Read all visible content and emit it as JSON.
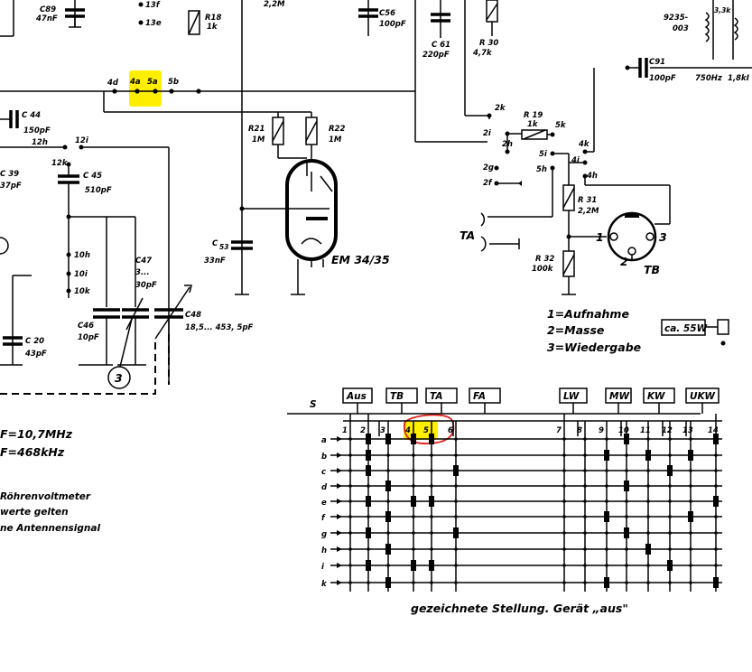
{
  "top_labels": {
    "c89": "C89",
    "c89_val": "47nF",
    "p13f": "13f",
    "p13e": "13e",
    "r18": "R18",
    "r18_val": "1k",
    "r_top_val": "2,2M",
    "c56": "C56",
    "c56_val": "100pF",
    "c61": "C 61",
    "c61_val": "220pF",
    "r30": "R 30",
    "r30_val": "4,7k",
    "ref_9235": "9235-",
    "ref_003": "003",
    "r40_val": "3,3k",
    "c91": "C91",
    "c91_val": "100pF",
    "freq_750": "750Hz",
    "freq_18k": "1,8kI"
  },
  "highlight_terms": {
    "t4d": "4d",
    "t4a": "4a",
    "t5a": "5a",
    "t5b": "5b"
  },
  "left_components": {
    "c44": "C 44",
    "c44_val": "150pF",
    "t12h": "12h",
    "t12i": "12i",
    "t12k": "12k",
    "c39": "C 39",
    "c39_val": "37pF",
    "c45": "C 45",
    "c45_val": "510pF",
    "t10h": "10h",
    "t10i": "10i",
    "t10k": "10k",
    "c47": "C47",
    "c47_val1": "3...",
    "c47_val2": "30pF",
    "c48": "C48",
    "c48_val": "18,5...  453, 5pF",
    "c46": "C46",
    "c46_val": "10pF",
    "c20": "C 20",
    "c20_val": "43pF",
    "circle3": "3"
  },
  "tube_section": {
    "r21": "R21",
    "r21_val": "1M",
    "r22": "R22",
    "r22_val": "1M",
    "c53": "C",
    "c53_sub": "53",
    "c53_val": "33nF",
    "tube": "EM 34/35"
  },
  "right_section": {
    "t2k": "2k",
    "t2i": "2i",
    "t2h": "2h",
    "t2g": "2g",
    "t2f": "2f",
    "r19": "R 19",
    "r19_val": "1k",
    "t5k": "5k",
    "t5i": "5i",
    "t5h": "5h",
    "t4k": "4k",
    "t4i": "4i",
    "t4h": "4h",
    "r31": "R 31",
    "r31_val": "2,2M",
    "r32": "R 32",
    "r32_val": "100k",
    "ta": "TA",
    "tb": "TB",
    "pin1": "1",
    "pin2": "2",
    "pin3": "3",
    "legend1": "1=Aufnahme",
    "legend2": "2=Masse",
    "legend3": "3=Wiedergabe",
    "power": "ca. 55W"
  },
  "left_notes": {
    "note1": "F=10,7MHz",
    "note2": "F=468kHz",
    "note3": "Röhrenvoltmeter",
    "note4": "werte  gelten",
    "note5": "ne  Antennensignal"
  },
  "switch_matrix": {
    "s_label": "S",
    "buttons": [
      "Aus",
      "TB",
      "TA",
      "FA",
      "LW",
      "MW",
      "KW",
      "UKW"
    ],
    "columns": [
      "1",
      "2",
      "3",
      "4",
      "5",
      "6",
      "7",
      "8",
      "9",
      "10",
      "11",
      "12",
      "13",
      "14"
    ],
    "rows": [
      "a",
      "b",
      "c",
      "d",
      "e",
      "f",
      "g",
      "h",
      "i",
      "k"
    ],
    "caption": "gezeichnete Stellung.  Gerät „aus\""
  },
  "colors": {
    "ink": "#000000",
    "highlight": "#ffee00",
    "marker": "#e0201e"
  }
}
